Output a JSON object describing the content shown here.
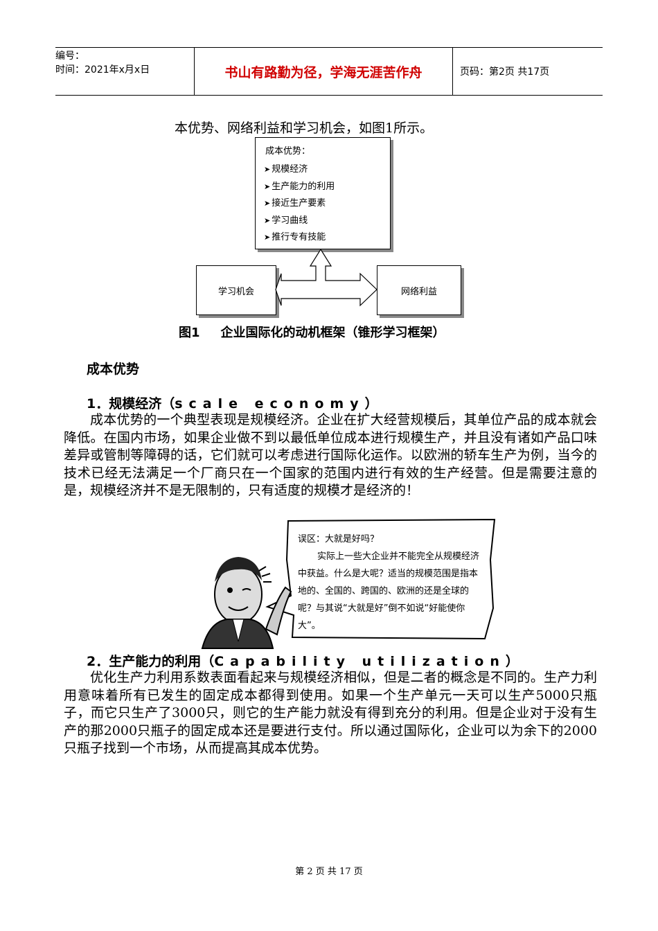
{
  "header": {
    "number_label": "编号：",
    "date_label": "时间：2021年x月x日",
    "motto": "书山有路勤为径，学海无涯苦作舟",
    "page_label": "页码：第2页  共17页"
  },
  "intro_line": "本优势、网络利益和学习机会，如图1所示。",
  "diagram": {
    "main_title": "成本优势：",
    "main_items": [
      "规模经济",
      "生产能力的利用",
      "接近生产要素",
      "学习曲线",
      "推行专有技能"
    ],
    "left_box": "学习机会",
    "right_box": "网络利益"
  },
  "figure_caption": {
    "number": "图1",
    "text": "企业国际化的动机框架（锥形学习框架）"
  },
  "section_title": "成本优势",
  "sub1": {
    "title": "1．规模经济（",
    "en": "scale economy",
    "close": "）",
    "body": "成本优势的一个典型表现是规模经济。企业在扩大经营规模后，其单位产品的成本就会降低。在国内市场，如果企业做不到以最低单位成本进行规模生产，并且没有诸如产品口味差异或管制等障碍的话，它们就可以考虑进行国际化运作。以欧洲的轿车生产为例，当今的技术已经无法满足一个厂商只在一个国家的范围内进行有效的生产经营。但是需要注意的是，规模经济并不是无限制的，只有适度的规模才是经济的！"
  },
  "bubble": {
    "question": "误区：大就是好吗？",
    "body": "实际上一些大企业并不能完全从规模经济中获益。什么是大呢？适当的规模范围是指本地的、全国的、跨国的、欧洲的还是全球的呢？与其说“大就是好”倒不如说“好能使你大”。"
  },
  "sub2": {
    "title": "2．生产能力的利用（",
    "en": "Capability utilization",
    "close": "）",
    "body": "优化生产力利用系数表面看起来与规模经济相似，但是二者的概念是不同的。生产力利用意味着所有已发生的固定成本都得到使用。如果一个生产单元一天可以生产5000只瓶子，而它只生产了3000只，则它的生产能力就没有得到充分的利用。但是企业对于没有生产的那2000只瓶子的固定成本还是要进行支付。所以通过国际化，企业可以为余下的2000只瓶子找到一个市场，从而提高其成本优势。"
  },
  "footer": "第 2 页 共 17 页"
}
